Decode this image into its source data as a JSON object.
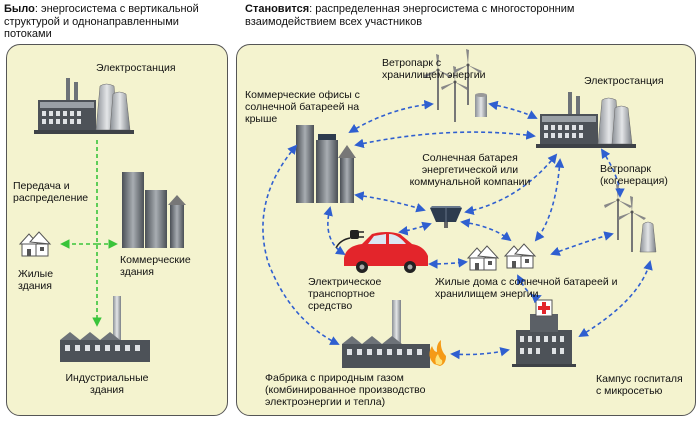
{
  "before": {
    "heading_bold": "Было",
    "heading_text": ": энергосистема с вертикальной структурой и однонаправленными потоками",
    "labels": {
      "power_plant": "Электростанция",
      "transmission": "Передача и распределение",
      "commercial": "Коммерческие здания",
      "residential": "Жилые здания",
      "industrial": "Индустриальные здания"
    }
  },
  "after": {
    "heading_bold": "Становится",
    "heading_text": ": распределенная энергосистема с многосторонним взаимодействием всех участников",
    "labels": {
      "wind_storage": "Ветропарк с хранилищем энергии",
      "offices": "Коммерческие офисы с солнечной батареей на крыше",
      "power_plant": "Электростанция",
      "solar_utility": "Солнечная батарея энергетической или коммунальной компании",
      "wind_cogen": "Ветропарк (когенерация)",
      "ev": "Электрическое транспортное средство",
      "homes": "Жилые дома с солнечной батареей и хранилищем энергии",
      "gas_factory": "Фабрика с природным газом (комбинированное производство электроэнергии и тепла)",
      "hospital": "Кампус госпиталя с микросетью"
    }
  },
  "colors": {
    "panel_fill": "#f4f3cf",
    "green_arrow": "#39c43a",
    "blue_arrow": "#2f5fd0",
    "car_red": "#e3252b",
    "flame": "#f59a16",
    "building_dark": "#555a60",
    "building_light": "#b5b9be"
  }
}
